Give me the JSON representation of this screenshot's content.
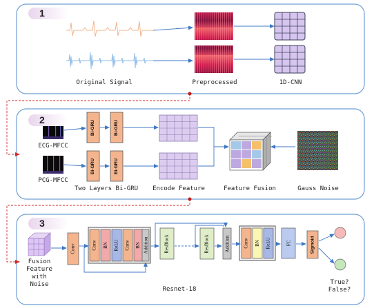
{
  "panels": [
    {
      "number": "1"
    },
    {
      "number": "2"
    },
    {
      "number": "3"
    }
  ],
  "panel1": {
    "original_signal": "Original Signal",
    "preprocessed": "Preprocessed",
    "cnn": "1D-CNN"
  },
  "panel2": {
    "ecg_mfcc": "ECG-MFCC",
    "pcg_mfcc": "PCG-MFCC",
    "bigru_block": "Bi-GRU",
    "two_layers": "Two Layers Bi-GRU",
    "encode_feature": "Encode Feature",
    "feature_fusion": "Feature Fusion",
    "gauss_noise": "Gauss Noise"
  },
  "panel3": {
    "input_label": "Fusion\nFeature\nwith\nNoise",
    "conv": "Conv",
    "bn": "BN",
    "relu": "ReLU",
    "addition": "Addition",
    "resblock": "ResBlock",
    "fc": "FC",
    "sigmoid": "Sigmoid",
    "resnet": "Resnet-18",
    "output": "True?\nFalse?"
  },
  "colors": {
    "panel_border": "#6f9fd4",
    "arrow": "#3f77c6",
    "dashed_connector": "#d42a2a",
    "conv_block": "#f4b58e",
    "bn_block": "#f2a9a9",
    "relu_block": "#a7b8e6",
    "addition_block": "#c8c8c8",
    "resblock": "#dfeec8",
    "bn_light": "#fbf6b4",
    "fc_block": "#bacbef",
    "output_true": "#f6b9b9",
    "output_false": "#c6e7bc",
    "cnn_grid": "#d6c6ef",
    "encode_grid": "#dccdf0"
  }
}
